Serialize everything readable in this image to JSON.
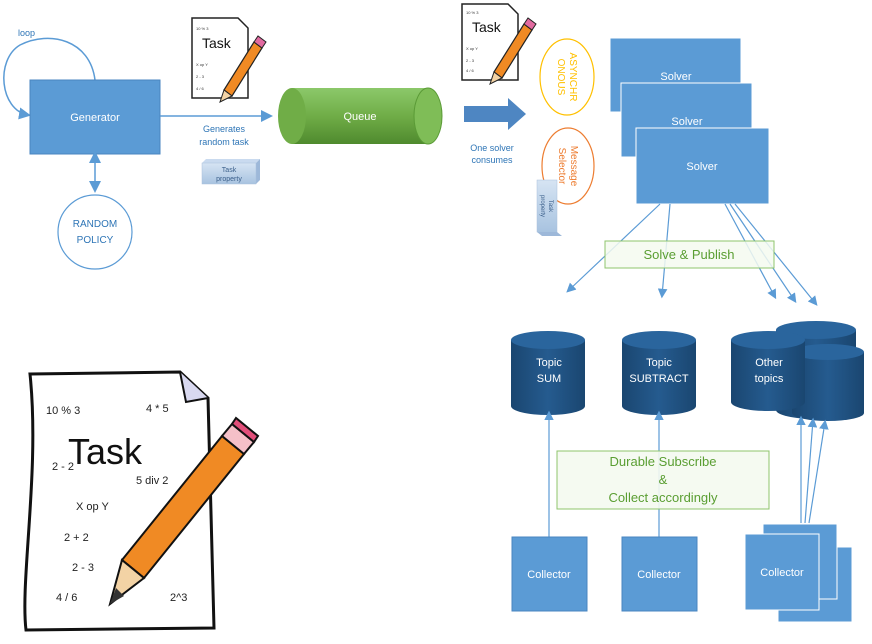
{
  "generator": {
    "label": "Generator",
    "loop_label": "loop",
    "policy_label_line1": "RANDOM",
    "policy_label_line2": "POLICY",
    "edge_label_line1": "Generates",
    "edge_label_line2": "random task",
    "task_property_line1": "Task",
    "task_property_line2": "property"
  },
  "queue": {
    "label": "Queue"
  },
  "consume": {
    "label_line1": "One solver",
    "label_line2": "consumes",
    "async_line1": "ASYNCHR",
    "async_line2": "ONOUS",
    "selector_line1": "Message",
    "selector_line2": "Selector",
    "task_property_line1": "Task",
    "task_property_line2": "property"
  },
  "solvers": [
    "Solver",
    "Solver",
    "Solver"
  ],
  "publish": {
    "label": "Solve & Publish"
  },
  "topics": [
    {
      "line1": "Topic",
      "line2": "SUM"
    },
    {
      "line1": "Topic",
      "line2": "SUBTRACT"
    },
    {
      "line1": "Other",
      "line2": "topics"
    }
  ],
  "subscribe": {
    "line1": "Durable Subscribe",
    "line2": "&",
    "line3": "Collect accordingly"
  },
  "collectors": [
    "Collector",
    "Collector",
    "Collector"
  ],
  "task_pad": {
    "title": "Task",
    "expressions": [
      "10 % 3",
      "4 * 5",
      "2 - 2",
      "5 div 2",
      "X op Y",
      "2 + 2",
      "2 - 3",
      "4 / 6",
      "2^3"
    ]
  },
  "colors": {
    "box_fill": "#5b9bd5",
    "box_stroke": "#3f7fbf",
    "arrow": "#5b9bd5",
    "queue_fill": "#70ad47",
    "topic_fill": "#1f4e79",
    "async_stroke": "#ffc000",
    "async_text": "#ffc000",
    "selector_stroke": "#ed7d31",
    "selector_text": "#ed7d31",
    "label_blue": "#2e75b6",
    "publish_text": "#70ad47"
  }
}
